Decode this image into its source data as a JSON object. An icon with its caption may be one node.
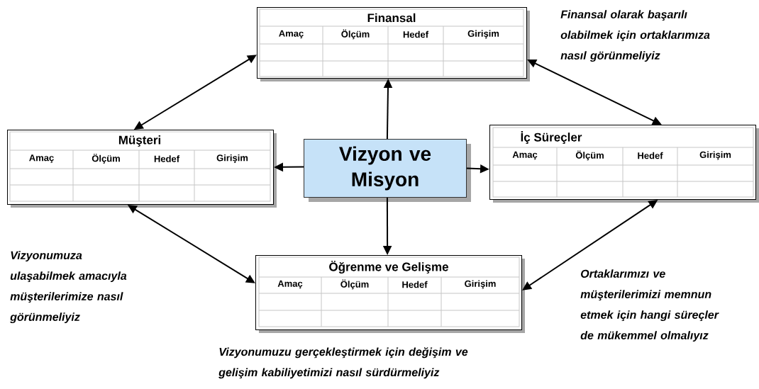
{
  "diagram": {
    "nodes": [
      {
        "text": [
          "Finansal",
          "Amaç",
          "Ölçüm",
          "Hedef",
          "Girişim"
        ]
      },
      {
        "text": [
          "Müşteri",
          "Amaç",
          "Ölçüm",
          "Hedef",
          "Girişim"
        ]
      },
      {
        "text": [
          "Vizyon ve Misyon"
        ]
      },
      {
        "text": [
          "İç Süreçler",
          "Amaç",
          "Ölçüm",
          "Hedef",
          "Girişim"
        ]
      },
      {
        "text": [
          "Öğrenme ve Gelişme",
          "Amaç",
          "Ölçüm",
          "Hedef",
          "Girişim"
        ]
      }
    ],
    "edges": [
      {
        "from": 2,
        "to": 0,
        "arrow": "to"
      },
      {
        "from": 2,
        "to": 1,
        "arrow": "to"
      },
      {
        "from": 2,
        "to": 3,
        "arrow": "to"
      },
      {
        "from": 2,
        "to": 4,
        "arrow": "to"
      },
      {
        "from": 0,
        "to": 1,
        "arrow": "both"
      },
      {
        "from": 0,
        "to": 3,
        "arrow": "both"
      },
      {
        "from": 1,
        "to": 4,
        "arrow": "both"
      },
      {
        "from": 3,
        "to": 4,
        "arrow": "both"
      }
    ],
    "labels": [
      "Finansal olarak başarılı olabilmek için ortaklarımıza nasıl görünmeliyiz",
      "Vizyonumuza ulaşabilmek amacıyla müşterilerimize nasıl görünmeliyiz",
      "Ortaklarımızı ve müşterilerimizi memnun etmek için hangi süreçler de mükemmel olmalıyız",
      "Vizyonumuzu gerçekleştirmek için değişim ve gelişim kabiliyetimizi nasıl sürdürmeliyiz"
    ]
  }
}
